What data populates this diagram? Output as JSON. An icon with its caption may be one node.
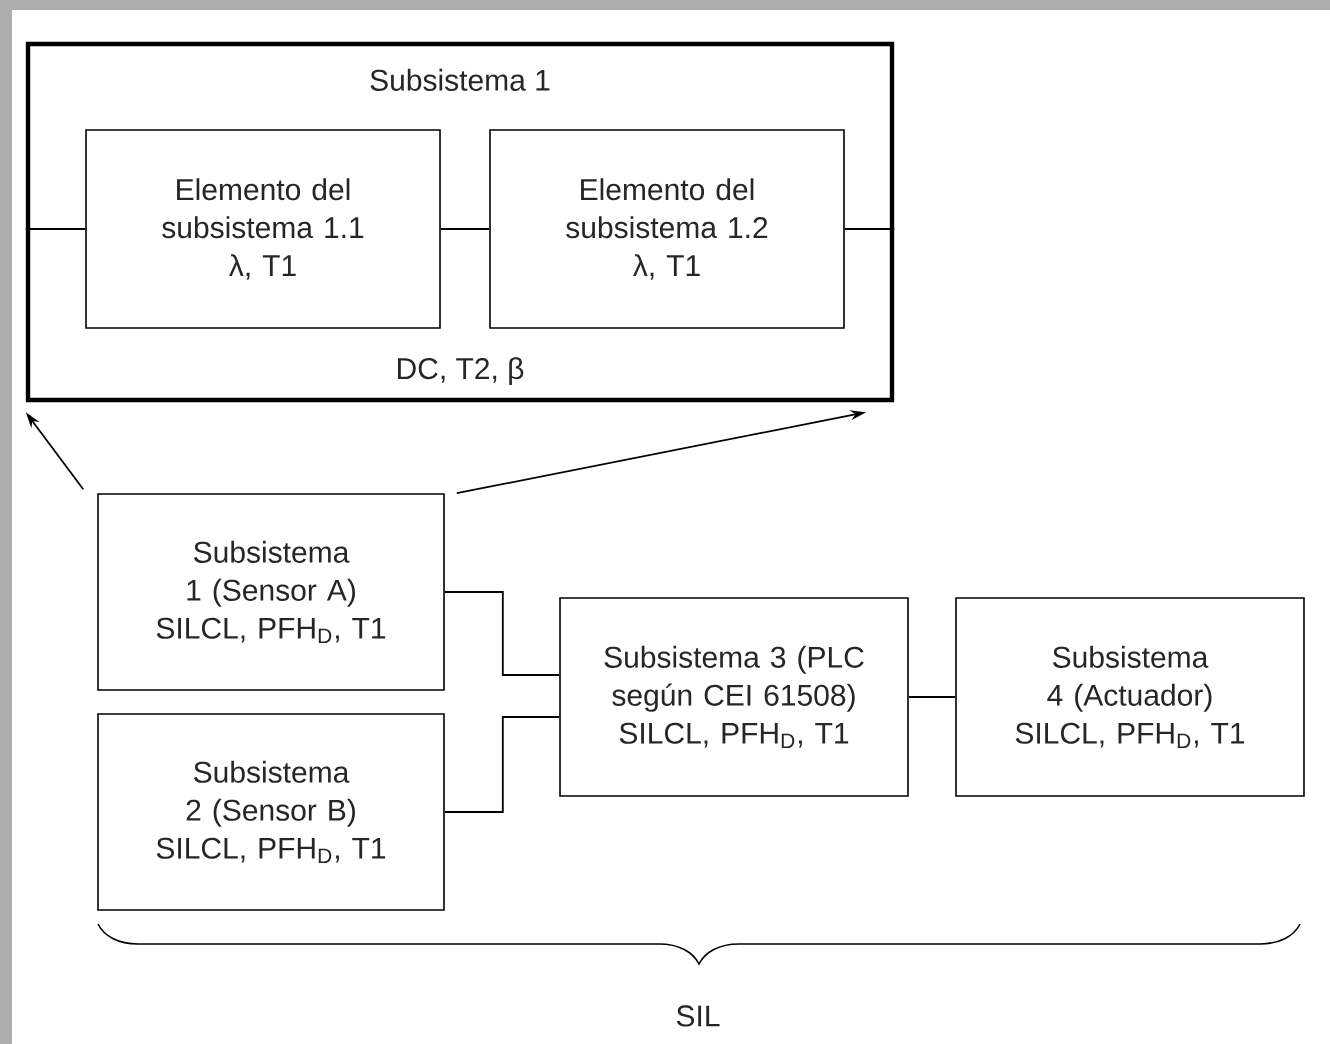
{
  "diagram": {
    "nodes": [
      {
        "text": [
          "Subsistema 1",
          "DC, T2, β"
        ]
      },
      {
        "text": [
          "Elemento del subsistema 1.1",
          "λ, T1"
        ],
        "in": 0
      },
      {
        "text": [
          "Elemento del subsistema 1.2",
          "λ, T1"
        ],
        "in": 0
      },
      {
        "text": [
          "Subsistema 1 (Sensor A)",
          "SILCL, PFH$_{D}$, T1"
        ]
      },
      {
        "text": [
          "Subsistema 2 (Sensor B)",
          "SILCL, PFH$_{D}$, T1"
        ]
      },
      {
        "text": [
          "Subsistema 3 (PLC según CEI 61508)",
          "SILCL, PFH$_{D}$, T1"
        ]
      },
      {
        "text": [
          "Subsistema 4 (Actuador)",
          "SILCL, PFH$_{D}$, T1"
        ]
      }
    ],
    "edges": [
      {
        "from": 0,
        "to": 1,
        "arrow": "none"
      },
      {
        "from": 1,
        "to": 2,
        "arrow": "none"
      },
      {
        "from": 2,
        "to": 0,
        "arrow": "none"
      },
      {
        "from": 3,
        "to": 0,
        "arrow": "to"
      },
      {
        "from": 3,
        "to": 0,
        "arrow": "to"
      },
      {
        "from": 3,
        "to": 5,
        "arrow": "none"
      },
      {
        "from": 4,
        "to": 5,
        "arrow": "none"
      },
      {
        "from": 5,
        "to": 6,
        "arrow": "none"
      }
    ],
    "labels": [
      "SIL"
    ]
  }
}
